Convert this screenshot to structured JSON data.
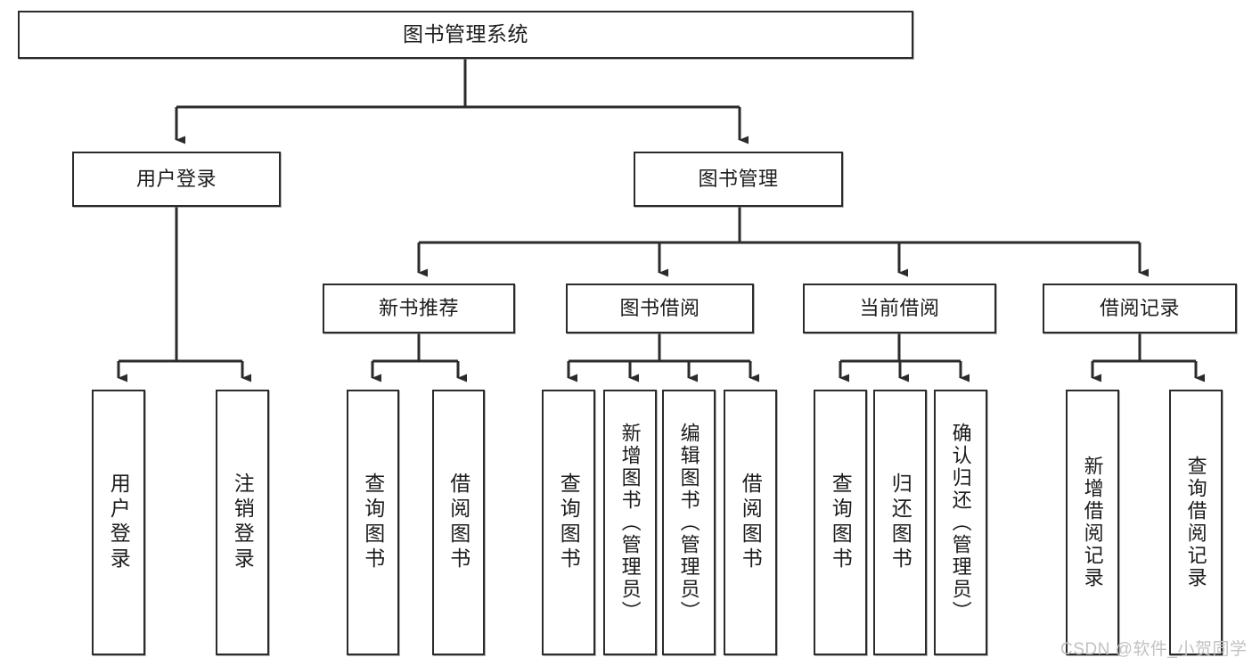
{
  "diagram": {
    "title": "图书管理系统",
    "type": "tree",
    "colors": {
      "node_border": "#2b2b2b",
      "node_fill": "#ffffff",
      "edge": "#2b2b2b",
      "text": "#1c1c1c",
      "watermark": "#c2c2c2",
      "background": "#ffffff"
    },
    "watermark": "CSDN @软件_小贺同学",
    "nodes": {
      "root": {
        "label": "图书管理系统"
      },
      "level2": [
        {
          "label": "用户登录"
        },
        {
          "label": "图书管理"
        }
      ],
      "level3": [
        {
          "label": "新书推荐"
        },
        {
          "label": "图书借阅"
        },
        {
          "label": "当前借阅"
        },
        {
          "label": "借阅记录"
        }
      ],
      "leaves": {
        "user_login": [
          {
            "label": "用户登录"
          },
          {
            "label": "注销登录"
          }
        ],
        "new_book_recommend": [
          {
            "label": "查询图书"
          },
          {
            "label": "借阅图书"
          }
        ],
        "book_borrow": [
          {
            "label": "查询图书"
          },
          {
            "label": "新增图书（管理员）"
          },
          {
            "label": "编辑图书（管理员）"
          },
          {
            "label": "借阅图书"
          }
        ],
        "current_borrow": [
          {
            "label": "查询图书"
          },
          {
            "label": "归还图书"
          },
          {
            "label": "确认归还（管理员）"
          }
        ],
        "borrow_record": [
          {
            "label": "新增借阅记录"
          },
          {
            "label": "查询借阅记录"
          }
        ]
      }
    }
  }
}
